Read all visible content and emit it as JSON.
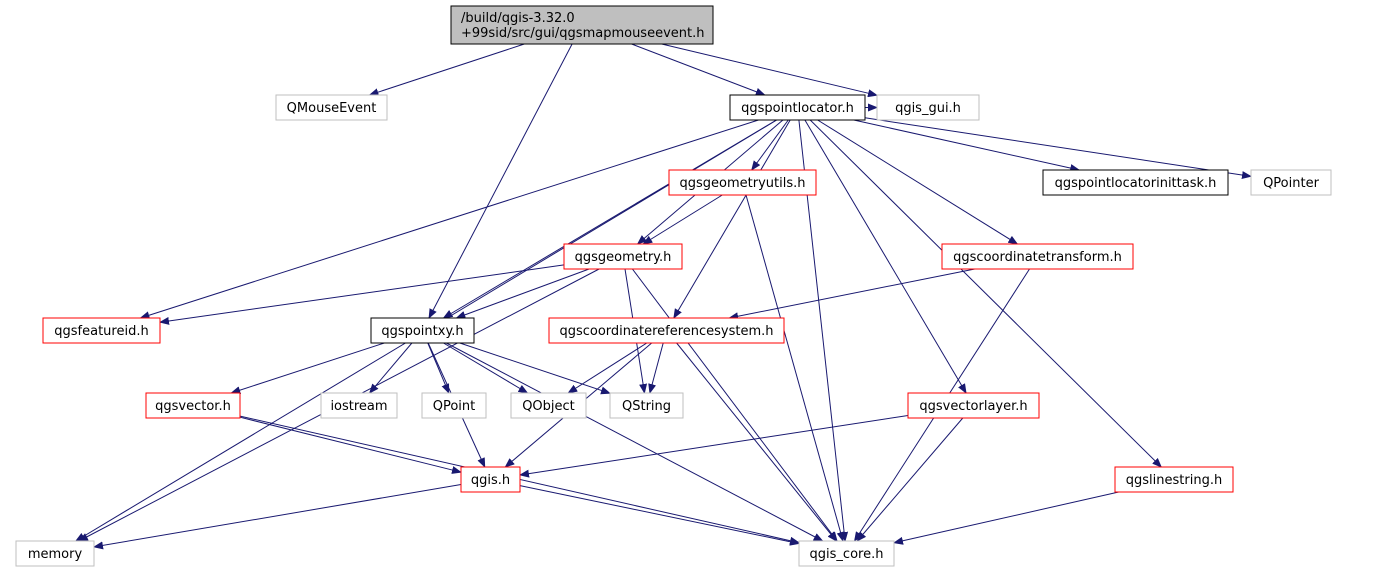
{
  "colors": {
    "edge": "#191970",
    "text": "#000000",
    "root_fill": "#bfbfbf",
    "border_black": "#000000",
    "border_red": "#ff0000",
    "border_gray": "#bfbfbf"
  },
  "nodes": [
    {
      "id": "root",
      "lines": [
        "/build/qgis-3.32.0",
        "+99sid/src/gui/qgsmapmouseevent.h"
      ],
      "style": "root",
      "interactable": false
    },
    {
      "id": "qmouseevent",
      "lines": [
        "QMouseEvent"
      ],
      "style": "gray",
      "interactable": false
    },
    {
      "id": "qgspointlocator",
      "lines": [
        "qgspointlocator.h"
      ],
      "style": "black",
      "interactable": true
    },
    {
      "id": "qgis_gui",
      "lines": [
        "qgis_gui.h"
      ],
      "style": "gray",
      "interactable": false
    },
    {
      "id": "qgsgeometryutils",
      "lines": [
        "qgsgeometryutils.h"
      ],
      "style": "red",
      "interactable": true
    },
    {
      "id": "qgspointlocatorinittask",
      "lines": [
        "qgspointlocatorinittask.h"
      ],
      "style": "black",
      "interactable": true
    },
    {
      "id": "qpointer",
      "lines": [
        "QPointer"
      ],
      "style": "gray",
      "interactable": false
    },
    {
      "id": "qgsgeometry",
      "lines": [
        "qgsgeometry.h"
      ],
      "style": "red",
      "interactable": true
    },
    {
      "id": "qgscoordinatetransform",
      "lines": [
        "qgscoordinatetransform.h"
      ],
      "style": "red",
      "interactable": true
    },
    {
      "id": "qgsfeatureid",
      "lines": [
        "qgsfeatureid.h"
      ],
      "style": "red",
      "interactable": true
    },
    {
      "id": "qgspointxy",
      "lines": [
        "qgspointxy.h"
      ],
      "style": "black",
      "interactable": true
    },
    {
      "id": "qgscrs",
      "lines": [
        "qgscoordinatereferencesystem.h"
      ],
      "style": "red",
      "interactable": true
    },
    {
      "id": "qgsvector",
      "lines": [
        "qgsvector.h"
      ],
      "style": "red",
      "interactable": true
    },
    {
      "id": "iostream",
      "lines": [
        "iostream"
      ],
      "style": "gray",
      "interactable": false
    },
    {
      "id": "qpoint",
      "lines": [
        "QPoint"
      ],
      "style": "gray",
      "interactable": false
    },
    {
      "id": "qobject",
      "lines": [
        "QObject"
      ],
      "style": "gray",
      "interactable": false
    },
    {
      "id": "qstring",
      "lines": [
        "QString"
      ],
      "style": "gray",
      "interactable": false
    },
    {
      "id": "qgsvectorlayer",
      "lines": [
        "qgsvectorlayer.h"
      ],
      "style": "red",
      "interactable": true
    },
    {
      "id": "qgis",
      "lines": [
        "qgis.h"
      ],
      "style": "red",
      "interactable": true
    },
    {
      "id": "qgslinestring",
      "lines": [
        "qgslinestring.h"
      ],
      "style": "red",
      "interactable": true
    },
    {
      "id": "memory",
      "lines": [
        "memory"
      ],
      "style": "gray",
      "interactable": false
    },
    {
      "id": "qgis_core",
      "lines": [
        "qgis_core.h"
      ],
      "style": "gray",
      "interactable": false
    }
  ],
  "edges": [
    [
      "root",
      "qmouseevent"
    ],
    [
      "root",
      "qgspointxy"
    ],
    [
      "root",
      "qgspointlocator"
    ],
    [
      "root",
      "qgis_gui"
    ],
    [
      "qgspointlocator",
      "qgis_gui"
    ],
    [
      "qgspointlocator",
      "memory"
    ],
    [
      "qgspointlocator",
      "qgsfeatureid"
    ],
    [
      "qgspointlocator",
      "qgspointxy"
    ],
    [
      "qgspointlocator",
      "qgsgeometry"
    ],
    [
      "qgspointlocator",
      "qgsgeometryutils"
    ],
    [
      "qgspointlocator",
      "qgscrs"
    ],
    [
      "qgspointlocator",
      "qgsvectorlayer"
    ],
    [
      "qgspointlocator",
      "qgscoordinatetransform"
    ],
    [
      "qgspointlocator",
      "qgspointlocatorinittask"
    ],
    [
      "qgspointlocator",
      "qpointer"
    ],
    [
      "qgspointlocator",
      "qgslinestring"
    ],
    [
      "qgspointlocator",
      "qgis_core"
    ],
    [
      "qgsgeometryutils",
      "qgsgeometry"
    ],
    [
      "qgsgeometryutils",
      "qgis_core"
    ],
    [
      "qgsgeometry",
      "memory"
    ],
    [
      "qgsgeometry",
      "qgsfeatureid"
    ],
    [
      "qgsgeometry",
      "qgspointxy"
    ],
    [
      "qgsgeometry",
      "qstring"
    ],
    [
      "qgsgeometry",
      "qgis_core"
    ],
    [
      "qgscoordinatetransform",
      "qgscrs"
    ],
    [
      "qgscoordinatetransform",
      "qgis_core"
    ],
    [
      "qgspointxy",
      "qgsvector"
    ],
    [
      "qgspointxy",
      "iostream"
    ],
    [
      "qgspointxy",
      "qpoint"
    ],
    [
      "qgspointxy",
      "qobject"
    ],
    [
      "qgspointxy",
      "qstring"
    ],
    [
      "qgspointxy",
      "qgis"
    ],
    [
      "qgspointxy",
      "qgis_core"
    ],
    [
      "qgscrs",
      "qobject"
    ],
    [
      "qgscrs",
      "qstring"
    ],
    [
      "qgscrs",
      "qgis"
    ],
    [
      "qgscrs",
      "qgis_core"
    ],
    [
      "qgsvector",
      "qgis"
    ],
    [
      "qgsvector",
      "qgis_core"
    ],
    [
      "qgsvectorlayer",
      "qgis"
    ],
    [
      "qgsvectorlayer",
      "qgis_core"
    ],
    [
      "qgis",
      "memory"
    ],
    [
      "qgis",
      "qgis_core"
    ],
    [
      "qgslinestring",
      "qgis_core"
    ]
  ]
}
